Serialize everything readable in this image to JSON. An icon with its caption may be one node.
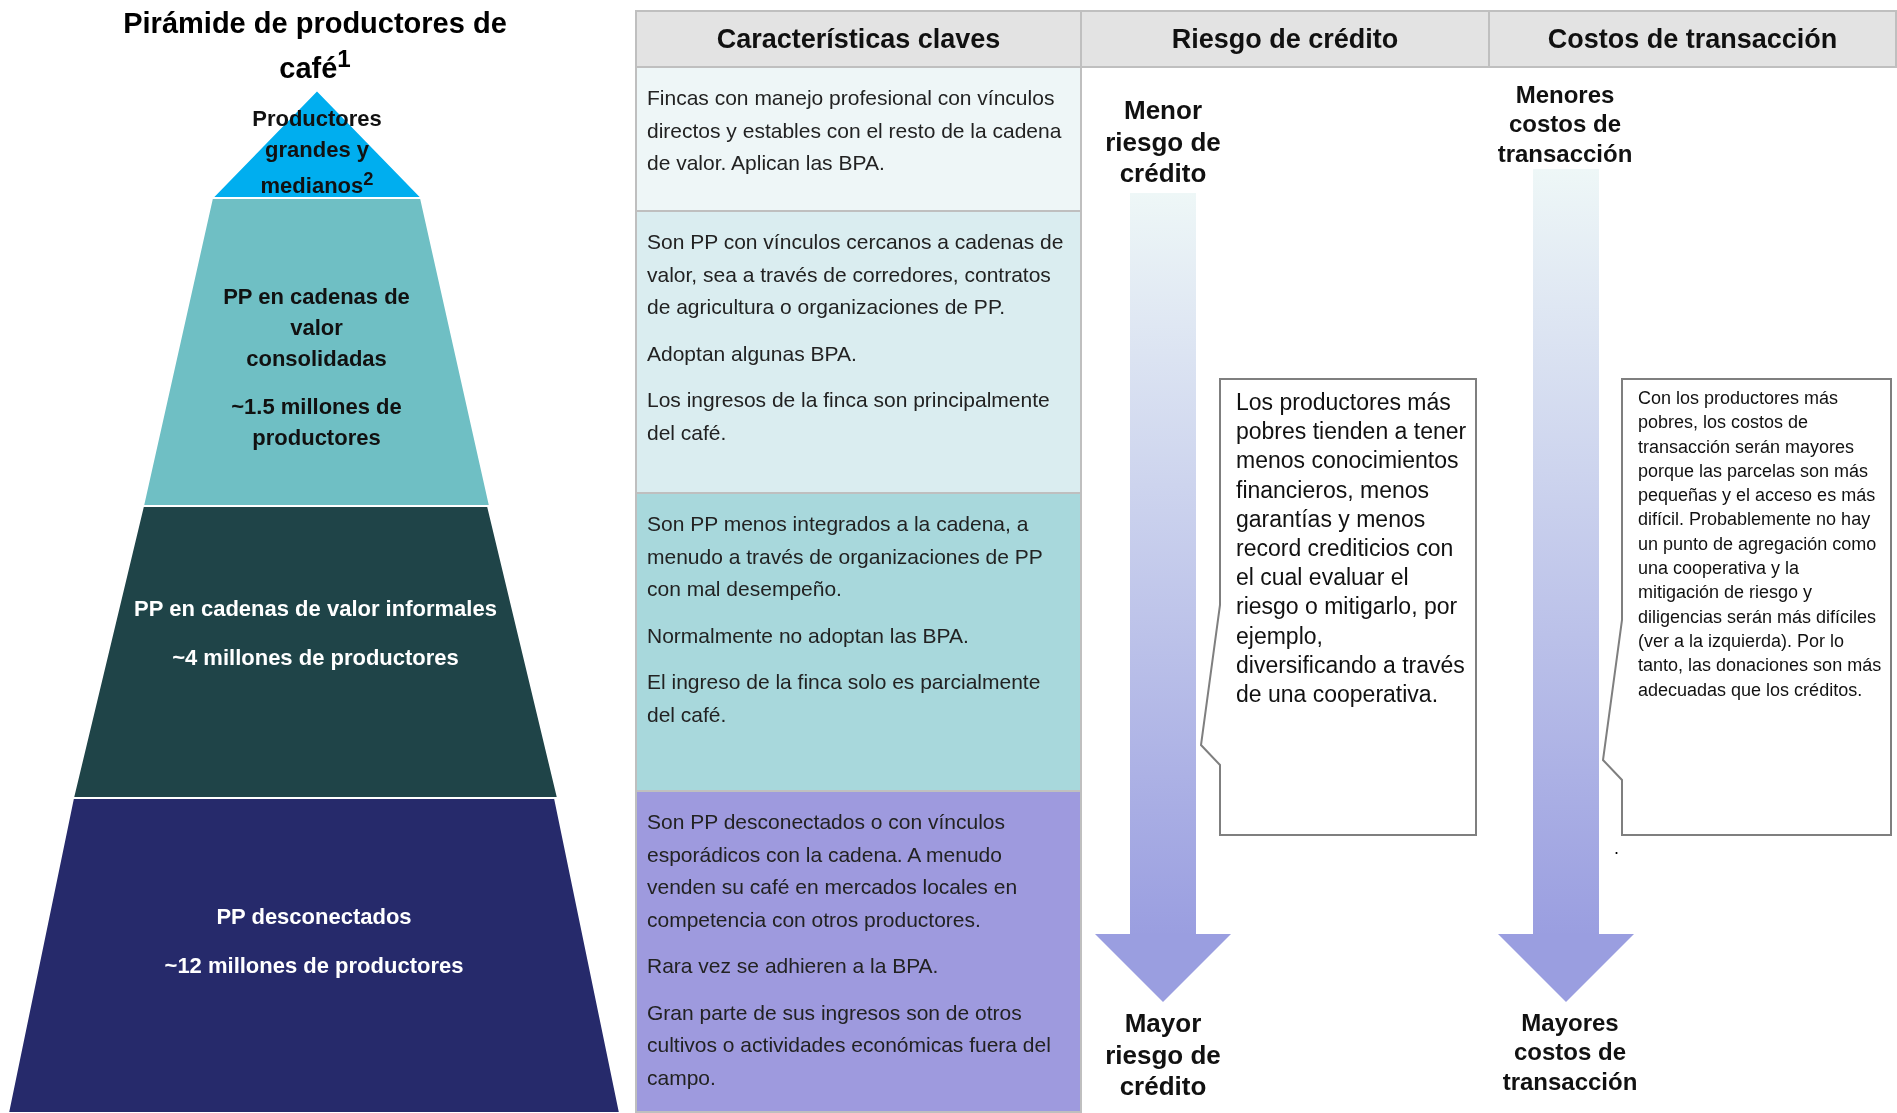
{
  "diagram": {
    "title": "Pirámide de productores de café$^{1}$",
    "nodes": [
      {
        "text": [
          "Productores grandes y medianos$^{2}$"
        ]
      },
      {
        "text": [
          "PP en cadenas de valor consolidadas",
          "~1.5 millones de productores"
        ]
      },
      {
        "text": [
          "PP en cadenas de valor informales",
          "~4 millones de productores"
        ]
      },
      {
        "text": [
          "PP desconectados",
          "~12 millones de productores"
        ]
      },
      {
        "text": [
          "Características claves"
        ]
      },
      {
        "text": [
          "Riesgo de crédito"
        ]
      },
      {
        "text": [
          "Costos de transacción"
        ]
      },
      {
        "text": [
          "Fincas con manejo profesional con vínculos directos y estables con el resto de la cadena de valor. Aplican las BPA."
        ]
      },
      {
        "text": [
          "Son PP con vínculos cercanos a cadenas de valor, sea a través de corredores, contratos de agricultura o organizaciones de PP.",
          "Adoptan algunas BPA.",
          "Los ingresos de la finca son principalmente del café."
        ]
      },
      {
        "text": [
          "Son PP menos integrados a la cadena, a menudo a través de organizaciones de PP con mal desempeño.",
          "Normalmente no adoptan las BPA.",
          "El ingreso de la finca solo es parcialmente del café."
        ]
      },
      {
        "text": [
          "Son PP desconectados o con vínculos esporádicos con la cadena.  A menudo venden su café en mercados locales en competencia con otros productores.",
          "Rara vez se adhieren a la BPA.",
          "Gran parte de sus ingresos son de otros cultivos o actividades económicas fuera del campo."
        ]
      },
      {
        "text": [
          "Menor riesgo de crédito"
        ]
      },
      {
        "text": [
          "Mayor riesgo de crédito"
        ]
      },
      {
        "text": [
          "Los productores más pobres tienden a tener menos conocimientos financieros, menos garantías y menos record crediticios con el cual evaluar el riesgo o mitigarlo, por ejemplo, diversificando a través de una cooperativa."
        ]
      },
      {
        "text": [
          "Menores costos de transacción"
        ]
      },
      {
        "text": [
          "Mayores costos de transacción"
        ]
      },
      {
        "beside": [
          "."
        ],
        "text": [
          "Con los productores más pobres, los costos de transacción serán mayores porque las parcelas son más pequeñas y el acceso es más difícil. Probablemente no hay un punto de agregación como una cooperativa y la mitigación de riesgo y diligencias serán más difíciles (ver a la izquierda). Por lo tanto, las donaciones son más adecuadas que los créditos."
        ]
      }
    ],
    "edges": [
      {
        "from": 11,
        "to": 12,
        "arrow": "to"
      },
      {
        "from": 14,
        "to": 15,
        "arrow": "to"
      }
    ]
  }
}
